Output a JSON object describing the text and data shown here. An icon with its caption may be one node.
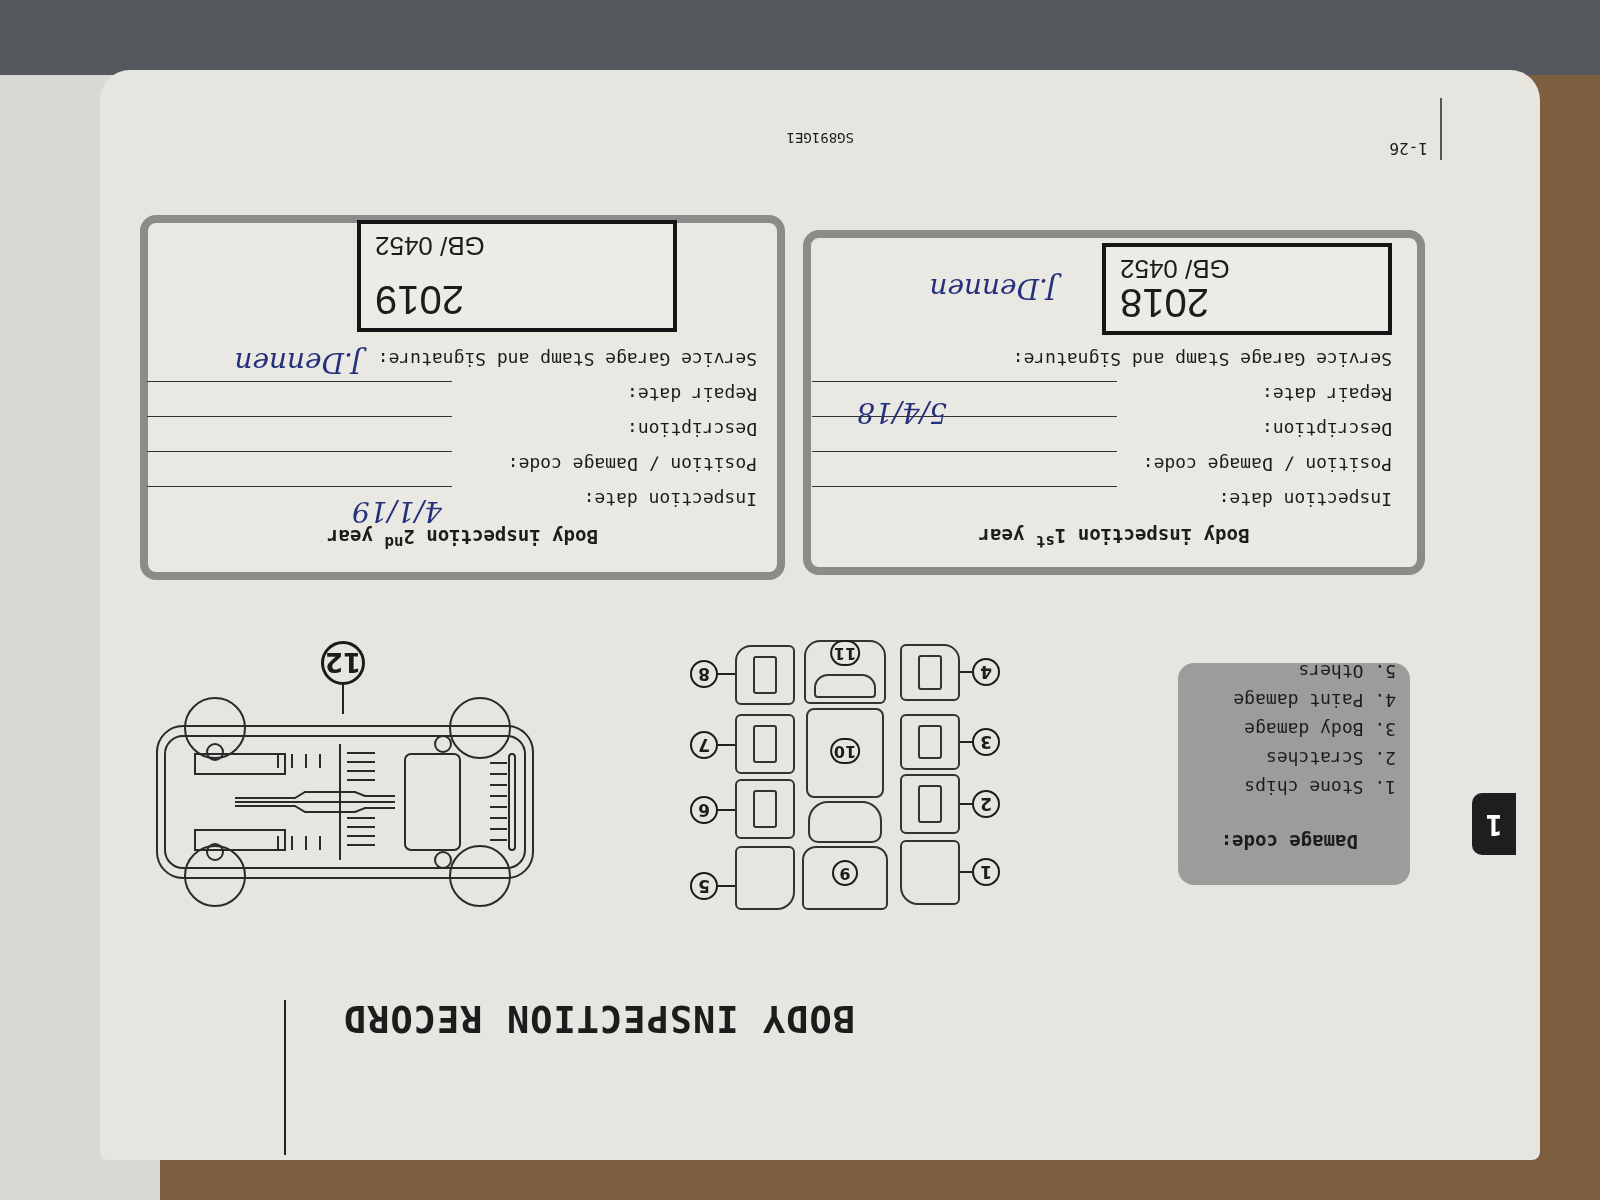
{
  "diagram": {
    "title": "BODY INSPECTION RECORD",
    "nodes": [
      {
        "text": [
          "Damage code:",
          "1. Stone chips",
          "2. Scratches",
          "3. Body damage",
          "4. Paint damage",
          "5. Others"
        ]
      },
      {
        "text": [
          "Body inspection 1$^{st}$ year",
          "Inspection date:",
          "Position / Damage code:",
          "Description:",
          "Repair date:",
          "5/4/18",
          "Service Garage Stamp and Signature:",
          "J.Dennen"
        ]
      },
      {
        "text": [
          "2018",
          "GB/ 0452"
        ],
        "in": 1
      },
      {
        "text": [
          "Body inspection 2$^{nd}$ year",
          "Inspection date:",
          "4/1/19",
          "Position / Damage code:",
          "Description:",
          "Repair date:",
          "Service Garage Stamp and Signature:",
          "J.Dennen"
        ]
      },
      {
        "text": [
          "2019",
          "GB/ 0452"
        ],
        "in": 3
      },
      {
        "text": [
          "1"
        ]
      },
      {
        "text": [
          "2"
        ]
      },
      {
        "text": [
          "3"
        ]
      },
      {
        "text": [
          "4"
        ]
      },
      {
        "text": [
          "5"
        ]
      },
      {
        "text": [
          "6"
        ]
      },
      {
        "text": [
          "7"
        ]
      },
      {
        "text": [
          "8"
        ]
      },
      {
        "text": [],
        "shape": "box"
      },
      {
        "text": [],
        "shape": "box"
      },
      {
        "text": [],
        "shape": "box"
      },
      {
        "text": [],
        "shape": "box"
      },
      {
        "text": [],
        "shape": "box"
      },
      {
        "text": [],
        "shape": "box"
      },
      {
        "text": [],
        "shape": "box"
      },
      {
        "text": [],
        "shape": "box"
      },
      {
        "text": [
          "9"
        ]
      },
      {
        "text": [
          "10"
        ]
      },
      {
        "text": [
          "11"
        ]
      },
      {
        "text": [
          "12"
        ]
      },
      {
        "text": [],
        "shape": "picture"
      }
    ],
    "edges": [
      {
        "from": 5,
        "to": 13,
        "arrow": "none"
      },
      {
        "from": 6,
        "to": 14,
        "arrow": "none"
      },
      {
        "from": 7,
        "to": 15,
        "arrow": "none"
      },
      {
        "from": 8,
        "to": 16,
        "arrow": "none"
      },
      {
        "from": 9,
        "to": 17,
        "arrow": "none"
      },
      {
        "from": 10,
        "to": 18,
        "arrow": "none"
      },
      {
        "from": 11,
        "to": 19,
        "arrow": "none"
      },
      {
        "from": 12,
        "to": 20,
        "arrow": "none"
      },
      {
        "from": 24,
        "to": 25,
        "arrow": "none"
      }
    ],
    "labels": [
      "1-26",
      "SG891GE1",
      "1"
    ]
  }
}
